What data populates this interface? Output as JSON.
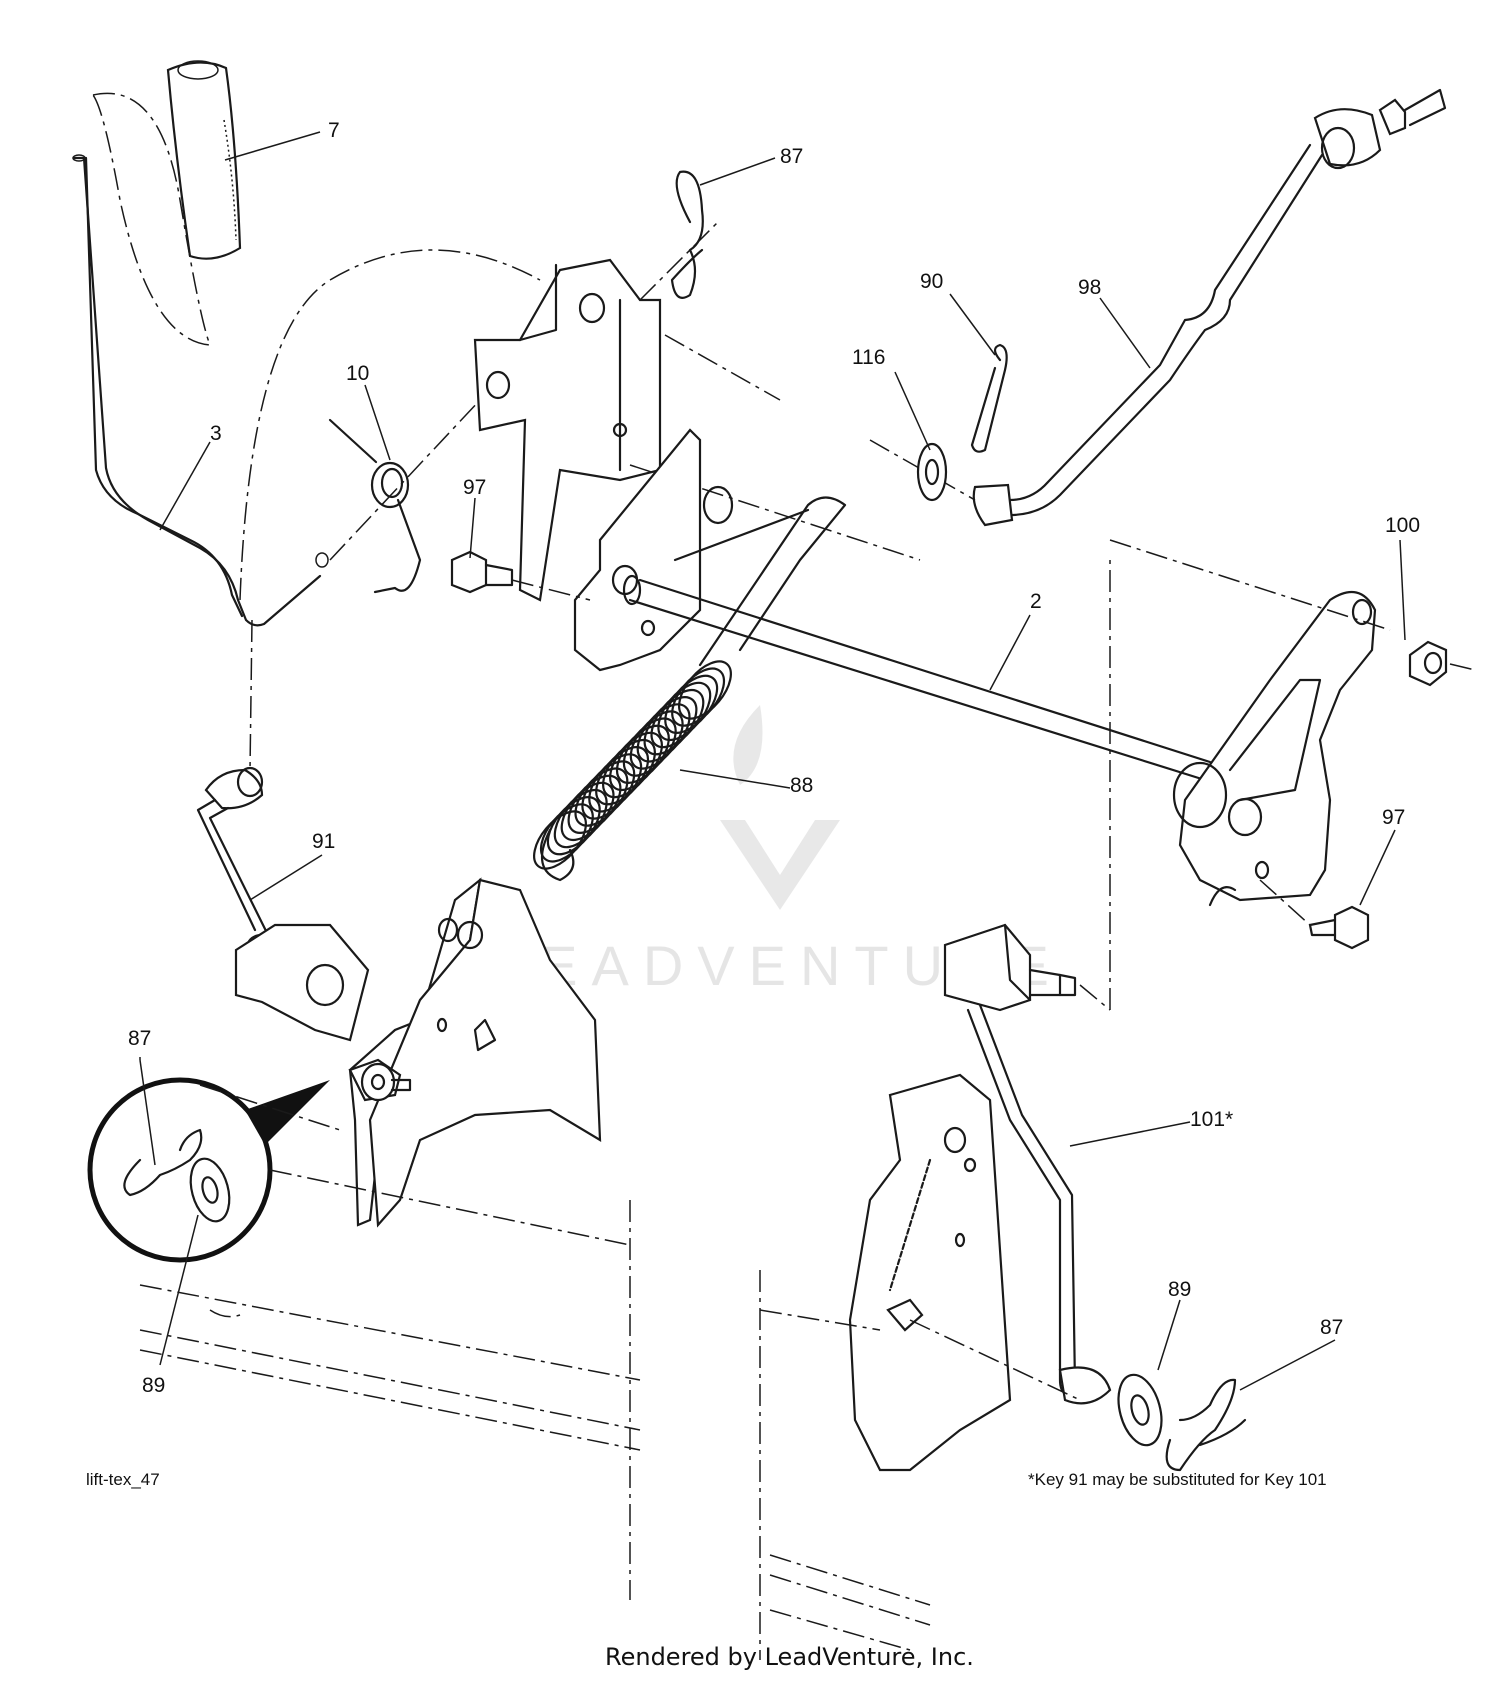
{
  "diagram_id": "lift-tex_47",
  "note": "*Key 91 may be substituted for Key 101",
  "footer": "Rendered by LeadVenture, Inc.",
  "watermark": "LEADVENTURE",
  "callouts": [
    {
      "key": "top-7",
      "text": "7"
    },
    {
      "key": "top-87",
      "text": "87"
    },
    {
      "key": "top-90",
      "text": "90"
    },
    {
      "key": "top-98",
      "text": "98"
    },
    {
      "key": "top-116",
      "text": "116"
    },
    {
      "key": "top-10",
      "text": "10"
    },
    {
      "key": "top-3",
      "text": "3"
    },
    {
      "key": "top-97",
      "text": "97"
    },
    {
      "key": "top-100",
      "text": "100"
    },
    {
      "key": "top-2",
      "text": "2"
    },
    {
      "key": "mid-88",
      "text": "88"
    },
    {
      "key": "mid-91",
      "text": "91"
    },
    {
      "key": "right-97",
      "text": "97"
    },
    {
      "key": "left-87",
      "text": "87"
    },
    {
      "key": "left-89",
      "text": "89"
    },
    {
      "key": "right-101",
      "text": "101*"
    },
    {
      "key": "right-89",
      "text": "89"
    },
    {
      "key": "right-87",
      "text": "87"
    }
  ]
}
